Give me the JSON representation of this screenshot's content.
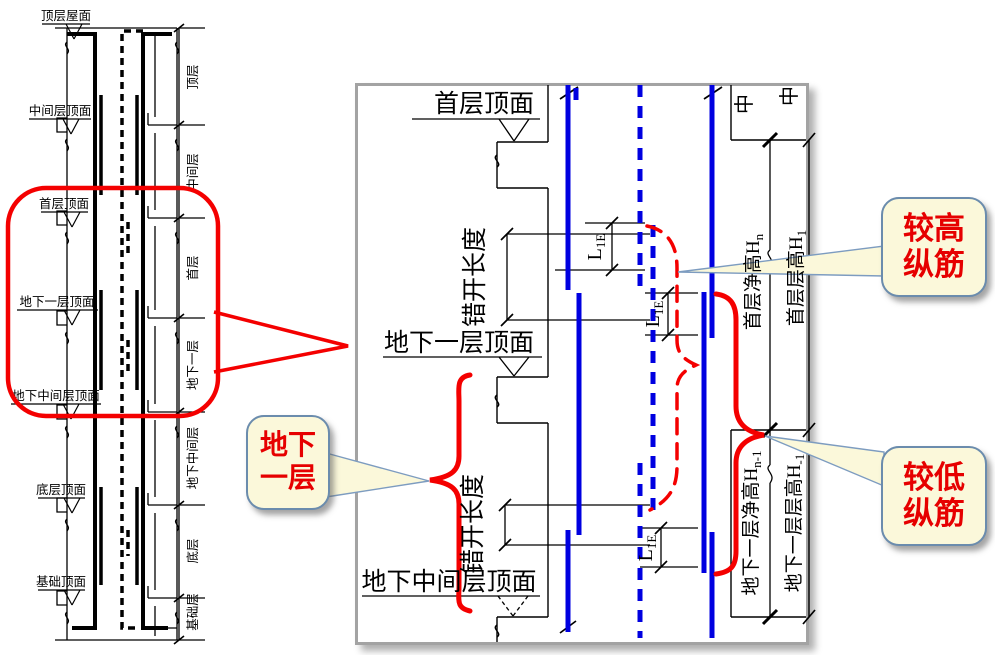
{
  "left_diagram": {
    "surface_labels": [
      "顶层屋面",
      "中间层顶面",
      "首层顶面",
      "地下一层顶面",
      "地下中间层顶面",
      "底层顶面",
      "基础顶面"
    ],
    "zone_labels": [
      "顶层",
      "中间层",
      "首层",
      "地下一层",
      "地下中间层",
      "底层",
      "基础层"
    ]
  },
  "detail": {
    "surface_labels": [
      "首层顶面",
      "地下一层顶面",
      "地下中间层顶面"
    ],
    "stagger_label": "错开长度",
    "lap": {
      "main": "L",
      "sub": "1E"
    },
    "heights": [
      {
        "main": "首层净高H",
        "sub": "n"
      },
      {
        "main": "首层层高H",
        "sub": "1"
      },
      {
        "main": "地下一层净高H",
        "sub": "n-1"
      },
      {
        "main": "地下一层层高H",
        "sub": "-1"
      }
    ],
    "truncated_label": "中"
  },
  "callouts": [
    {
      "lines": [
        "地下",
        "一层"
      ]
    },
    {
      "lines": [
        "较高",
        "纵筋"
      ]
    },
    {
      "lines": [
        "较低",
        "纵筋"
      ]
    }
  ],
  "colors": {
    "rebar_blue": "#0000e0",
    "annotation_red": "#f40000",
    "callout_bg": "#fbf8da",
    "callout_border": "#6b8cad",
    "callout_text": "#e60000"
  }
}
